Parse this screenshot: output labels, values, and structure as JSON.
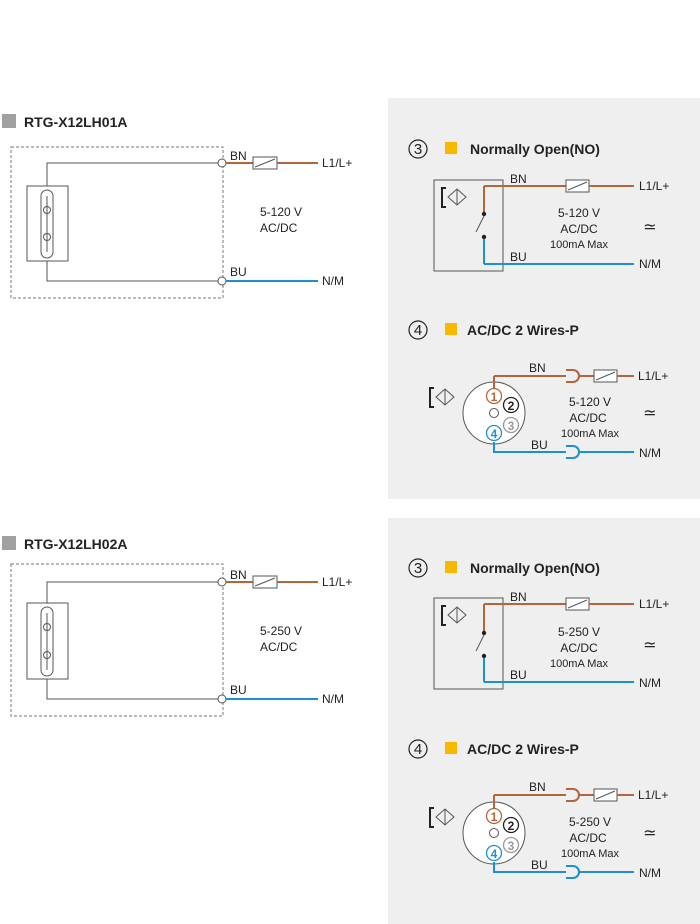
{
  "colors": {
    "brown": "#b5653a",
    "blue": "#1c8fd6",
    "panel": "#efefef",
    "wire": "#555555",
    "accent": "#f8b800",
    "square": "#a0a0a0"
  },
  "sections": [
    {
      "model": "RTG-X12LH01A",
      "left": {
        "bn": "BN",
        "bu": "BU",
        "l1": "L1/L+",
        "nm": "N/M",
        "v1": "5-120 V",
        "v2": "AC/DC"
      },
      "no": {
        "num": "3",
        "title": "Normally Open(NO)",
        "bn": "BN",
        "bu": "BU",
        "l1": "L1/L+",
        "nm": "N/M",
        "v1": "5-120 V",
        "v2": "AC/DC",
        "v3": "100mA Max",
        "approx": "≃"
      },
      "wires": {
        "num": "4",
        "title": "AC/DC 2 Wires-P",
        "bn": "BN",
        "bu": "BU",
        "l1": "L1/L+",
        "nm": "N/M",
        "v1": "5-120 V",
        "v2": "AC/DC",
        "v3": "100mA Max",
        "approx": "≃",
        "pins": [
          "1",
          "2",
          "3",
          "4"
        ]
      }
    },
    {
      "model": "RTG-X12LH02A",
      "left": {
        "bn": "BN",
        "bu": "BU",
        "l1": "L1/L+",
        "nm": "N/M",
        "v1": "5-250 V",
        "v2": "AC/DC"
      },
      "no": {
        "num": "3",
        "title": "Normally Open(NO)",
        "bn": "BN",
        "bu": "BU",
        "l1": "L1/L+",
        "nm": "N/M",
        "v1": "5-250 V",
        "v2": "AC/DC",
        "v3": "100mA Max",
        "approx": "≃"
      },
      "wires": {
        "num": "4",
        "title": "AC/DC 2 Wires-P",
        "bn": "BN",
        "bu": "BU",
        "l1": "L1/L+",
        "nm": "N/M",
        "v1": "5-250 V",
        "v2": "AC/DC",
        "v3": "100mA Max",
        "approx": "≃",
        "pins": [
          "1",
          "2",
          "3",
          "4"
        ]
      }
    }
  ]
}
